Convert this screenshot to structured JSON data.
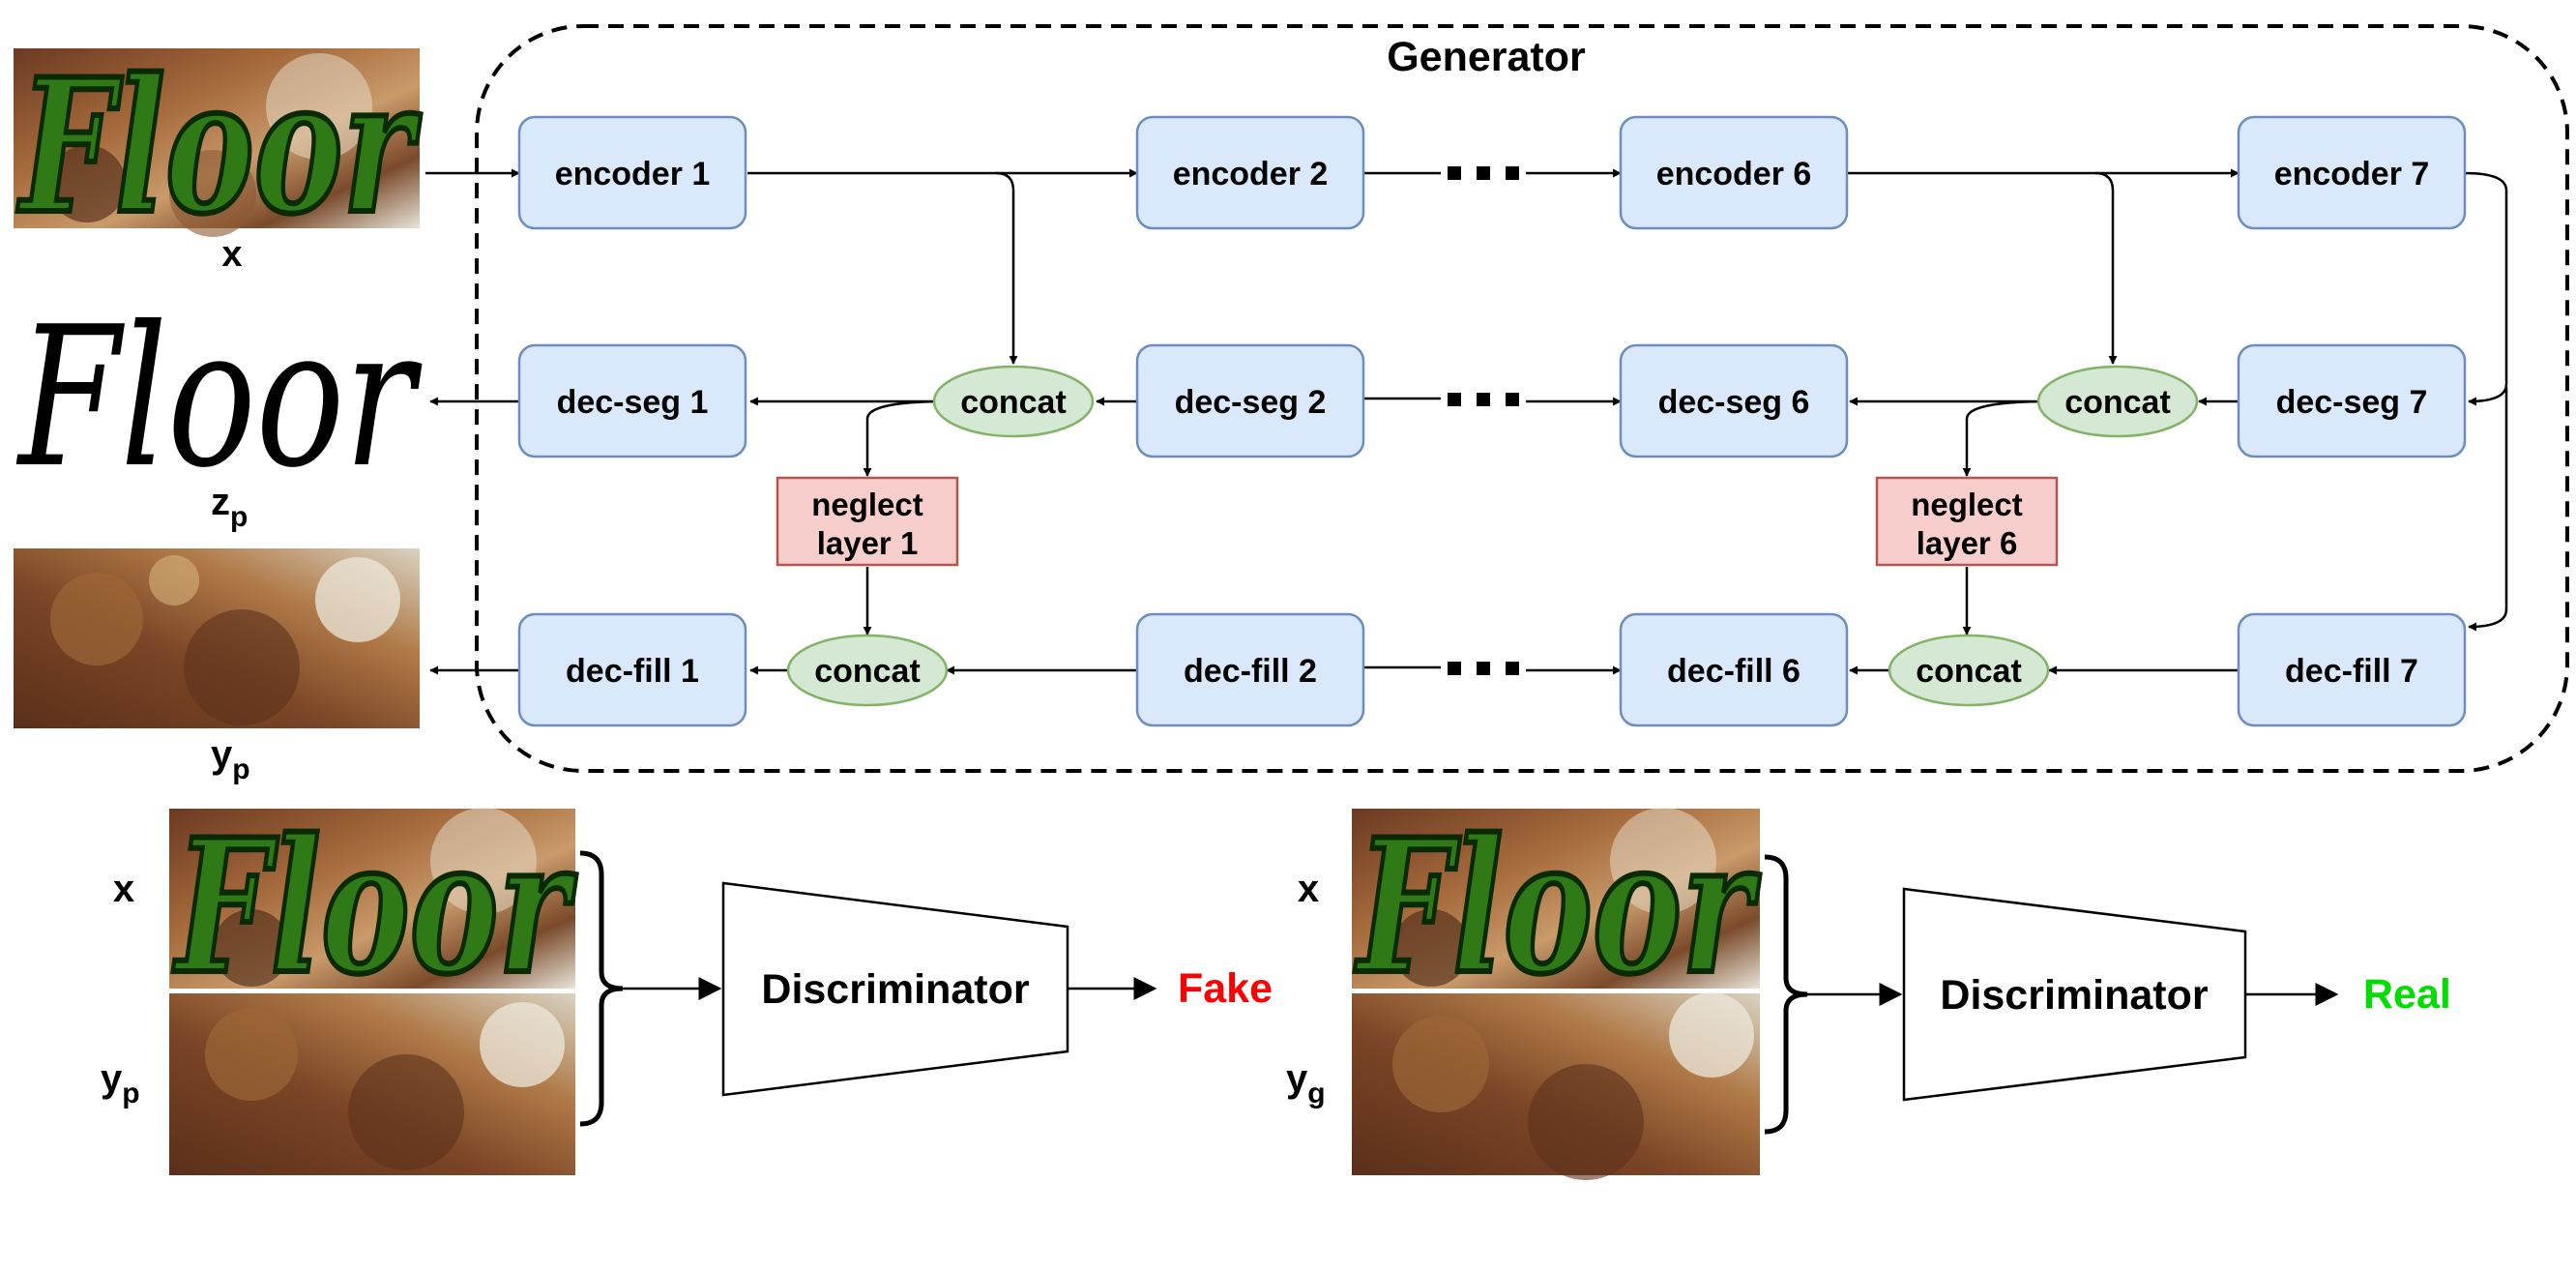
{
  "generator": {
    "title": "Generator",
    "encoders": [
      "encoder 1",
      "encoder 2",
      "encoder 6",
      "encoder 7"
    ],
    "dec_seg": [
      "dec-seg 1",
      "dec-seg 2",
      "dec-seg 6",
      "dec-seg 7"
    ],
    "dec_fill": [
      "dec-fill 1",
      "dec-fill 2",
      "dec-fill 6",
      "dec-fill 7"
    ],
    "concat_label": "concat",
    "neglect_1": [
      "neglect",
      "layer 1"
    ],
    "neglect_6": [
      "neglect",
      "layer 6"
    ],
    "ellipsis": "···"
  },
  "inputs": {
    "x_label": "x",
    "floor_word": "Floor",
    "zp_label": "z",
    "zp_sub": "p",
    "yp_label": "y",
    "yp_sub": "p"
  },
  "discriminator_fake": {
    "x_label": "x",
    "y_label": "y",
    "y_sub": "p",
    "name": "Discriminator",
    "output": "Fake",
    "output_color": "#ff0000"
  },
  "discriminator_real": {
    "x_label": "x",
    "y_label": "y",
    "y_sub": "g",
    "name": "Discriminator",
    "output": "Real",
    "output_color": "#00dd00"
  },
  "colors": {
    "block_fill": "#dae8fc",
    "block_stroke": "#6c8ebf",
    "concat_fill": "#d5e8d4",
    "concat_stroke": "#82b366",
    "neglect_fill": "#f8cecc",
    "neglect_stroke": "#b85450"
  }
}
